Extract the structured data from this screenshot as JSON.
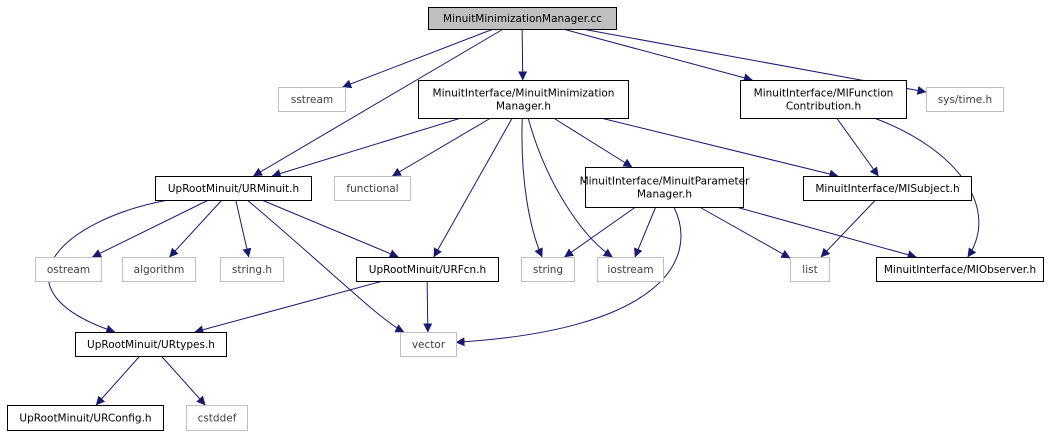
{
  "colors": {
    "edge": "#191970",
    "root_fill": "#bfbfbf",
    "node_border": "#000000",
    "system_border": "#bfbfbf",
    "system_text": "#404040",
    "text": "#000000"
  },
  "nodes": {
    "root": {
      "lines": [
        "MinuitMinimizationManager.cc"
      ],
      "kind": "root"
    },
    "sstream": {
      "lines": [
        "sstream"
      ],
      "kind": "system"
    },
    "mmm_h": {
      "lines": [
        "MinuitInterface/MinuitMinimization",
        "Manager.h"
      ],
      "kind": "local"
    },
    "mlfc_h": {
      "lines": [
        "MinuitInterface/MIFunction",
        "Contribution.h"
      ],
      "kind": "local"
    },
    "systime": {
      "lines": [
        "sys/time.h"
      ],
      "kind": "system"
    },
    "urminuit": {
      "lines": [
        "UpRootMinuit/URMinuit.h"
      ],
      "kind": "local"
    },
    "functional": {
      "lines": [
        "functional"
      ],
      "kind": "system"
    },
    "mpm_h": {
      "lines": [
        "MinuitInterface/MinuitParameter",
        "Manager.h"
      ],
      "kind": "local"
    },
    "mlsubject": {
      "lines": [
        "MinuitInterface/MISubject.h"
      ],
      "kind": "local"
    },
    "ostream": {
      "lines": [
        "ostream"
      ],
      "kind": "system"
    },
    "algorithm": {
      "lines": [
        "algorithm"
      ],
      "kind": "system"
    },
    "stringh": {
      "lines": [
        "string.h"
      ],
      "kind": "system"
    },
    "urfcn": {
      "lines": [
        "UpRootMinuit/URFcn.h"
      ],
      "kind": "local"
    },
    "string": {
      "lines": [
        "string"
      ],
      "kind": "system"
    },
    "iostream": {
      "lines": [
        "iostream"
      ],
      "kind": "system"
    },
    "list": {
      "lines": [
        "list"
      ],
      "kind": "system"
    },
    "mlobserver": {
      "lines": [
        "MinuitInterface/MIObserver.h"
      ],
      "kind": "local"
    },
    "urtypes": {
      "lines": [
        "UpRootMinuit/URtypes.h"
      ],
      "kind": "local"
    },
    "vector": {
      "lines": [
        "vector"
      ],
      "kind": "system"
    },
    "urconfig": {
      "lines": [
        "UpRootMinuit/URConfig.h"
      ],
      "kind": "local"
    },
    "cstddef": {
      "lines": [
        "cstddef"
      ],
      "kind": "system"
    }
  },
  "edges": [
    [
      "root",
      "sstream"
    ],
    [
      "root",
      "mmm_h"
    ],
    [
      "root",
      "mlfc_h"
    ],
    [
      "root",
      "systime"
    ],
    [
      "root",
      "urminuit"
    ],
    [
      "mmm_h",
      "urminuit"
    ],
    [
      "mmm_h",
      "functional"
    ],
    [
      "mmm_h",
      "mpm_h"
    ],
    [
      "mmm_h",
      "mlsubject"
    ],
    [
      "mmm_h",
      "urfcn"
    ],
    [
      "mmm_h",
      "string"
    ],
    [
      "mmm_h",
      "iostream"
    ],
    [
      "mlfc_h",
      "mlsubject"
    ],
    [
      "mlfc_h",
      "mlobserver"
    ],
    [
      "urminuit",
      "ostream"
    ],
    [
      "urminuit",
      "algorithm"
    ],
    [
      "urminuit",
      "stringh"
    ],
    [
      "urminuit",
      "urfcn"
    ],
    [
      "urminuit",
      "urtypes"
    ],
    [
      "urminuit",
      "vector"
    ],
    [
      "mpm_h",
      "string"
    ],
    [
      "mpm_h",
      "iostream"
    ],
    [
      "mpm_h",
      "list"
    ],
    [
      "mpm_h",
      "mlobserver"
    ],
    [
      "mpm_h",
      "vector"
    ],
    [
      "mlsubject",
      "list"
    ],
    [
      "urfcn",
      "urtypes"
    ],
    [
      "urfcn",
      "vector"
    ],
    [
      "urtypes",
      "urconfig"
    ],
    [
      "urtypes",
      "cstddef"
    ]
  ]
}
